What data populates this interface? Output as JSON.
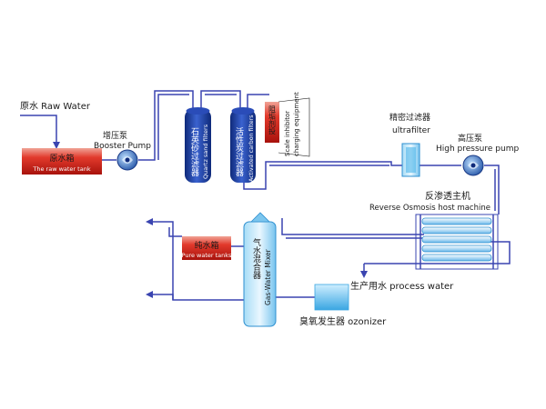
{
  "labels": {
    "raw_water": "原水 Raw Water",
    "booster_pump_cn": "增压泵",
    "booster_pump_en": "Booster Pump",
    "raw_tank_cn": "原水箱",
    "raw_tank_en": "The raw water tank",
    "quartz_cn": "石英砂过滤器",
    "quartz_en": "Quartz sand filters",
    "carbon_cn": "活性炭过滤器",
    "carbon_en": "Activated carbon filters",
    "scale_cn": "阻垢剂投",
    "scale_en_1": "Scale inhibitor",
    "scale_en_2": "charging equipment",
    "ultra_cn": "精密过滤器",
    "ultra_en": "ultrafilter",
    "hp_cn": "高压泵",
    "hp_en": "High pressure pump",
    "ro_cn": "反渗透主机",
    "ro_en": "Reverse Osmosis host machine",
    "pure_tank_cn": "纯水箱",
    "pure_tank_en": "Pure water tanks",
    "mixer_cn": "气水混合器",
    "mixer_en": "Gas-Water Mixer",
    "process": "生产用水 process water",
    "ozonizer": "臭氧发生器 ozonizer"
  },
  "colors": {
    "pipe": "#3a44b0",
    "tank_red": "#d9241c",
    "filter_blue": "#1f3fa8",
    "ice_blue": "#4fb6ea",
    "pump_blue": "#2a5fb8",
    "black": "#1a1a1a"
  }
}
